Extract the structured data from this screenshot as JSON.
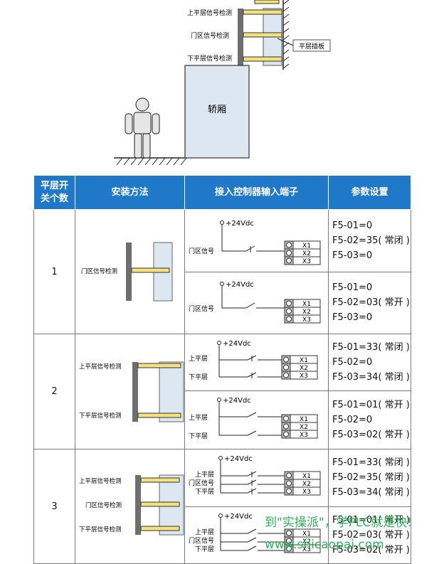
{
  "top_diagram": {
    "labels": [
      "上平层信号检测",
      "门区信号检测",
      "下平层信号检测"
    ],
    "plate_label": "平层插板",
    "car_label": "轿厢"
  },
  "table": {
    "headers": [
      "平层开\n关个数",
      "安装方法",
      "接入控制器输入端子",
      "参数设置"
    ],
    "rows": [
      {
        "count": "1",
        "install_labels": [
          "门区信号检测"
        ],
        "variants": [
          {
            "signals": [
              "门区信号"
            ],
            "params": [
              "F5-01=0",
              "F5-02=35( 常闭 )",
              "F5-03=0"
            ]
          },
          {
            "signals": [
              "门区信号"
            ],
            "params": [
              "F5-01=0",
              "F5-02=03( 常开 )",
              "F5-03=0"
            ]
          }
        ]
      },
      {
        "count": "2",
        "install_labels": [
          "上平层信号检测",
          "下平层信号检测"
        ],
        "variants": [
          {
            "signals": [
              "上平层",
              "下平层"
            ],
            "params": [
              "F5-01=33( 常闭 )",
              "F5-02=0",
              "F5-03=34( 常闭 )"
            ]
          },
          {
            "signals": [
              "上平层",
              "下平层"
            ],
            "params": [
              "F5-01=01( 常开 )",
              "F5-02=0",
              "F5-03=02( 常开 )"
            ]
          }
        ]
      },
      {
        "count": "3",
        "install_labels": [
          "上平层信号检测",
          "门区信号检测",
          "下平层信号检测"
        ],
        "variants": [
          {
            "signals": [
              "上平层",
              "门区信号",
              "下平层"
            ],
            "params": [
              "F5-01=33( 常闭 )",
              "F5-02=35( 常闭 )",
              "F5-03=34( 常闭 )"
            ]
          },
          {
            "signals": [
              "上平层",
              "门区信号",
              "下平层"
            ],
            "params": [
              "F5-01=01( 常开 )",
              "F5-02=03( 常开 )",
              "F5-03=02( 常开 )"
            ]
          }
        ]
      }
    ],
    "voltage": "+24Vdc",
    "terminals": [
      "X1",
      "X2",
      "X3"
    ]
  },
  "watermark": {
    "line1": "到\"实操派\"，学PLC就是快!",
    "line2": "www.shicaopai.com"
  }
}
